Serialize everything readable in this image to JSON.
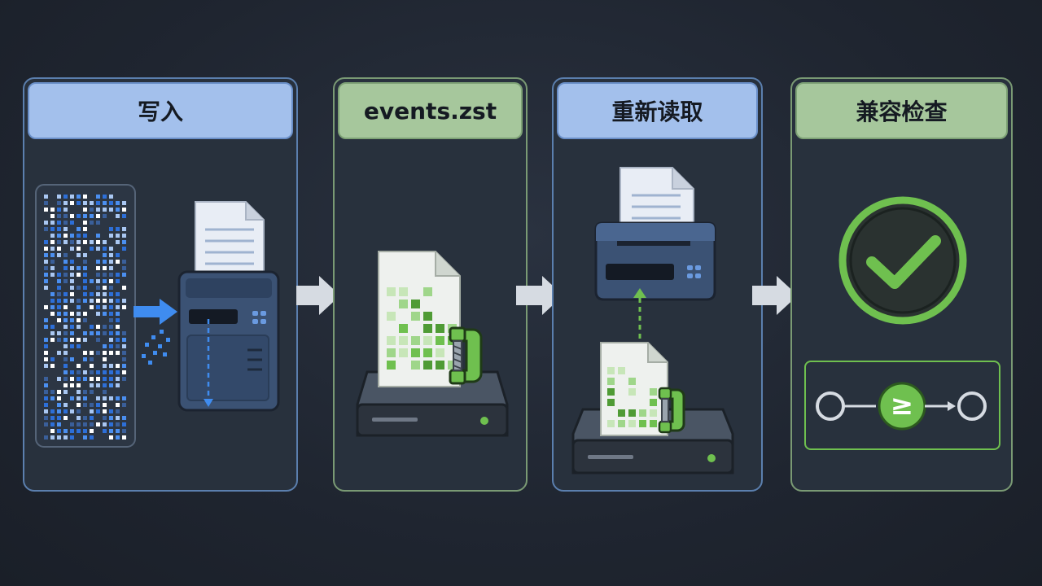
{
  "stages": [
    {
      "title": "写入",
      "theme": "blue"
    },
    {
      "title": "events.zst",
      "theme": "green"
    },
    {
      "title": "重新读取",
      "theme": "blue"
    },
    {
      "title": "兼容检查",
      "theme": "green"
    }
  ],
  "compat_symbol": "≥",
  "colors": {
    "blue_accent": "#3f8cf0",
    "green_accent": "#6fc04f",
    "panel_bg": "#28313d",
    "header_blue": "#a3c0ec",
    "header_green": "#a6c79c"
  },
  "icons": [
    "data-grid-icon",
    "printer-icon",
    "document-icon",
    "clamp-icon",
    "drive-icon",
    "check-icon"
  ]
}
